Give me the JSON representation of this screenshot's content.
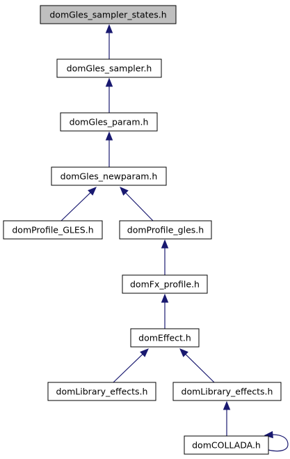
{
  "diagram": {
    "type": "include-dependency-graph",
    "nodes": [
      {
        "id": "n0",
        "label": "domGles_sampler_states.h",
        "highlighted": true
      },
      {
        "id": "n1",
        "label": "domGles_sampler.h"
      },
      {
        "id": "n2",
        "label": "domGles_param.h"
      },
      {
        "id": "n3",
        "label": "domGles_newparam.h"
      },
      {
        "id": "n4",
        "label": "domProfile_GLES.h"
      },
      {
        "id": "n5",
        "label": "domProfile_gles.h"
      },
      {
        "id": "n6",
        "label": "domFx_profile.h"
      },
      {
        "id": "n7",
        "label": "domEffect.h"
      },
      {
        "id": "n8",
        "label": "domLibrary_effects.h"
      },
      {
        "id": "n9",
        "label": "domLibrary_effects.h"
      },
      {
        "id": "n10",
        "label": "domCOLLADA.h"
      }
    ],
    "edges": [
      {
        "from": "n1",
        "to": "n0"
      },
      {
        "from": "n2",
        "to": "n1"
      },
      {
        "from": "n3",
        "to": "n2"
      },
      {
        "from": "n4",
        "to": "n3"
      },
      {
        "from": "n5",
        "to": "n3"
      },
      {
        "from": "n6",
        "to": "n5"
      },
      {
        "from": "n7",
        "to": "n6"
      },
      {
        "from": "n8",
        "to": "n7"
      },
      {
        "from": "n9",
        "to": "n7"
      },
      {
        "from": "n10",
        "to": "n9"
      },
      {
        "from": "n10",
        "to": "n10"
      }
    ],
    "colors": {
      "edge": "#191970",
      "highlight_fill": "#bfbfbf",
      "node_fill": "#ffffff",
      "node_border": "#000000"
    }
  }
}
